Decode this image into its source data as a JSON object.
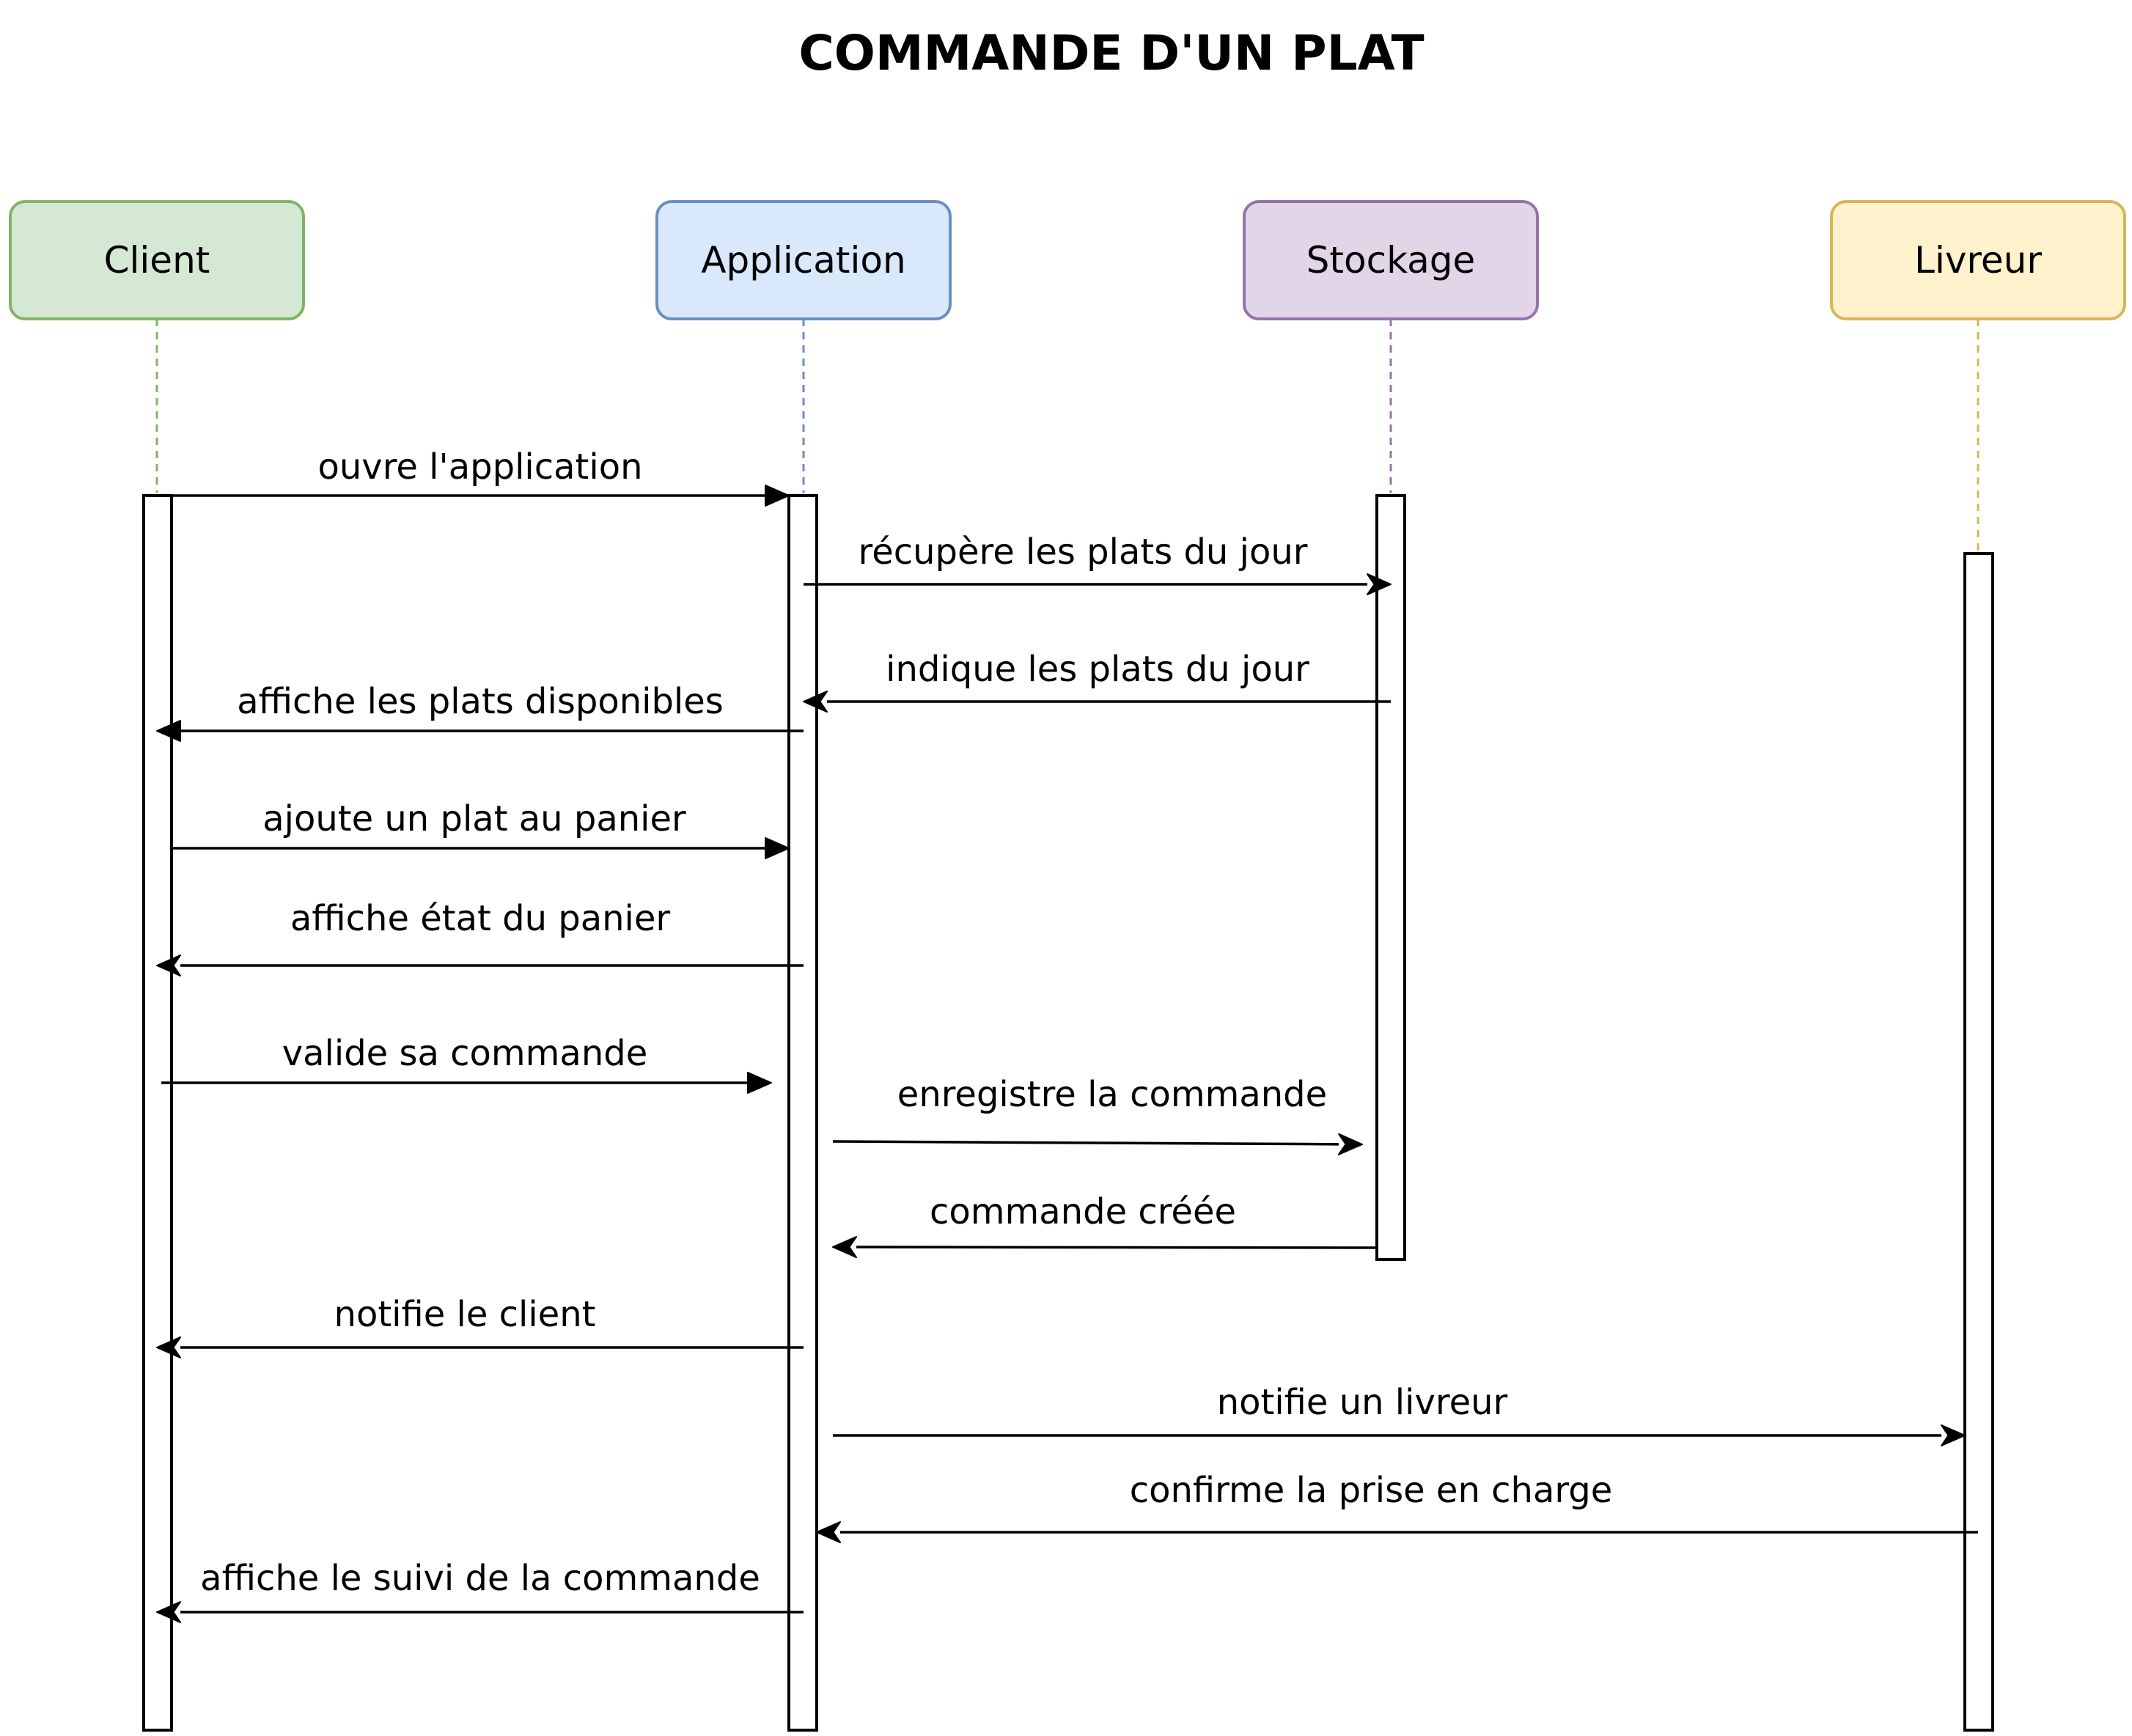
{
  "diagram": {
    "title": "COMMANDE D'UN PLAT",
    "actors": [
      {
        "id": "client",
        "label": "Client",
        "fill": "#d5e8d4",
        "stroke": "#82b366"
      },
      {
        "id": "application",
        "label": "Application",
        "fill": "#dae8fc",
        "stroke": "#6c8ebf"
      },
      {
        "id": "stockage",
        "label": "Stockage",
        "fill": "#e1d5e7",
        "stroke": "#9673a6"
      },
      {
        "id": "livreur",
        "label": "Livreur",
        "fill": "#fff2cc",
        "stroke": "#d6b656"
      }
    ],
    "messages": [
      {
        "from": "client",
        "to": "application",
        "label": "ouvre l'application"
      },
      {
        "from": "application",
        "to": "stockage",
        "label": "récupère les plats du jour"
      },
      {
        "from": "stockage",
        "to": "application",
        "label": "indique les plats du jour"
      },
      {
        "from": "application",
        "to": "client",
        "label": "affiche les plats disponibles"
      },
      {
        "from": "client",
        "to": "application",
        "label": "ajoute un plat au panier"
      },
      {
        "from": "application",
        "to": "client",
        "label": "affiche état du panier"
      },
      {
        "from": "client",
        "to": "application",
        "label": "valide sa commande"
      },
      {
        "from": "application",
        "to": "stockage",
        "label": "enregistre la commande"
      },
      {
        "from": "stockage",
        "to": "application",
        "label": "commande créée"
      },
      {
        "from": "application",
        "to": "client",
        "label": "notifie le client"
      },
      {
        "from": "application",
        "to": "livreur",
        "label": "notifie un livreur"
      },
      {
        "from": "livreur",
        "to": "application",
        "label": "confirme la prise en charge"
      },
      {
        "from": "application",
        "to": "client",
        "label": "affiche le suivi de la commande"
      }
    ]
  }
}
